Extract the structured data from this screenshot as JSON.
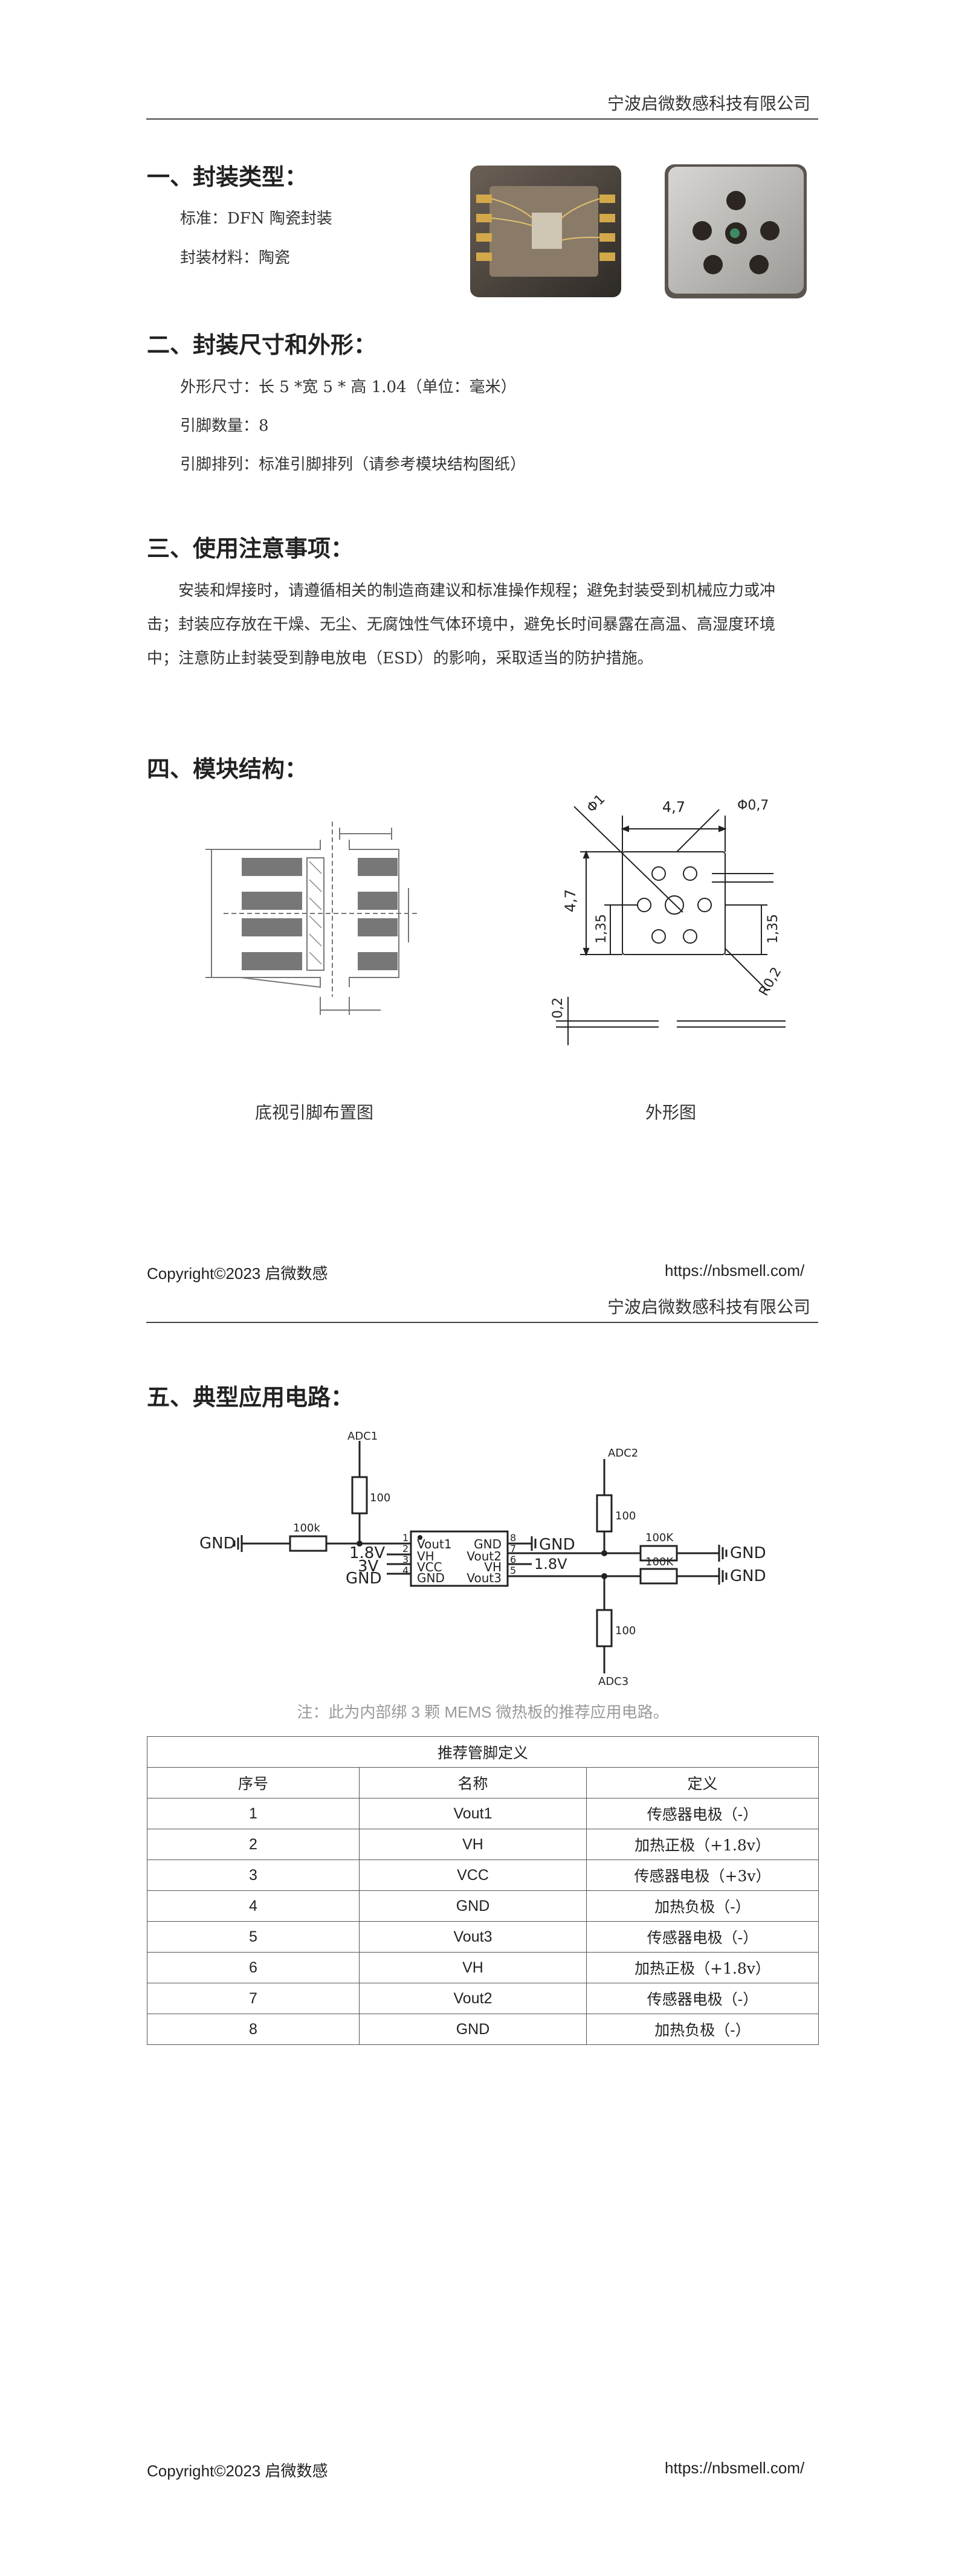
{
  "page1": {
    "header_company": "宁波启微数感科技有限公司",
    "sec1": {
      "title": "一、封装类型：",
      "line1": "标准：DFN 陶瓷封装",
      "line2": "封装材料：陶瓷"
    },
    "sec2": {
      "title": "二、封装尺寸和外形：",
      "line1": "外形尺寸：长 5 *宽 5 * 高 1.04（单位：毫米）",
      "line2": "引脚数量：8",
      "line3": "引脚排列：标准引脚排列（请参考模块结构图纸）"
    },
    "sec3": {
      "title": "三、使用注意事项：",
      "para_lines": [
        "安装和焊接时，请遵循相关的制造商建议和标准操作规程；避免封装受到机械应力或冲",
        "击；封装应存放在干燥、无尘、无腐蚀性气体环境中，避免长时间暴露在高温、高湿度环境",
        "中；注意防止封装受到静电放电（ESD）的影响，采取适当的防护措施。"
      ]
    },
    "sec4": {
      "title": "四、模块结构：",
      "caption_left": "底视引脚布置图",
      "caption_right": "外形图",
      "dims": {
        "w": "4,7",
        "hole": "Φ0,7",
        "phi1": "Φ1",
        "h": "4,7",
        "off1": "1,35",
        "off2": "1,35",
        "r": "R0,2",
        "t": "0,2"
      }
    },
    "footer_left": "Copyright©2023 启微数感",
    "footer_right": "https://nbsmell.com/"
  },
  "page2": {
    "header_company": "宁波启微数感科技有限公司",
    "sec5": {
      "title": "五、典型应用电路："
    },
    "circuit": {
      "adc1": "ADC1",
      "adc2": "ADC2",
      "adc3": "ADC3",
      "r100k_left": "100k",
      "r100_top_left": "100",
      "r100_top_right": "100",
      "r100k_r1": "100K",
      "r100k_r2": "100K",
      "r100_bottom": "100",
      "gnd": "GND",
      "v18": "1.8V",
      "v3": "3V",
      "v18r": "1.8V",
      "chip_pins_left": [
        "Vout1",
        "VH",
        "VCC",
        "GND"
      ],
      "chip_pins_right": [
        "GND",
        "Vout2",
        "VH",
        "Vout3"
      ],
      "pin_nums_left": [
        "1",
        "2",
        "3",
        "4"
      ],
      "pin_nums_right": [
        "8",
        "7",
        "6",
        "5"
      ]
    },
    "note": "注：此为内部绑 3 颗 MEMS 微热板的推荐应用电路。",
    "table": {
      "caption": "推荐管脚定义",
      "headers": [
        "序号",
        "名称",
        "定义"
      ],
      "rows": [
        [
          "1",
          "Vout1",
          "传感器电极（-）"
        ],
        [
          "2",
          "VH",
          "加热正极（+1.8v）"
        ],
        [
          "3",
          "VCC",
          "传感器电极（+3v）"
        ],
        [
          "4",
          "GND",
          "加热负极（-）"
        ],
        [
          "5",
          "Vout3",
          "传感器电极（-）"
        ],
        [
          "6",
          "VH",
          "加热正极（+1.8v）"
        ],
        [
          "7",
          "Vout2",
          "传感器电极（-）"
        ],
        [
          "8",
          "GND",
          "加热负极（-）"
        ]
      ]
    },
    "footer_left": "Copyright©2023 启微数感",
    "footer_right": "https://nbsmell.com/"
  }
}
